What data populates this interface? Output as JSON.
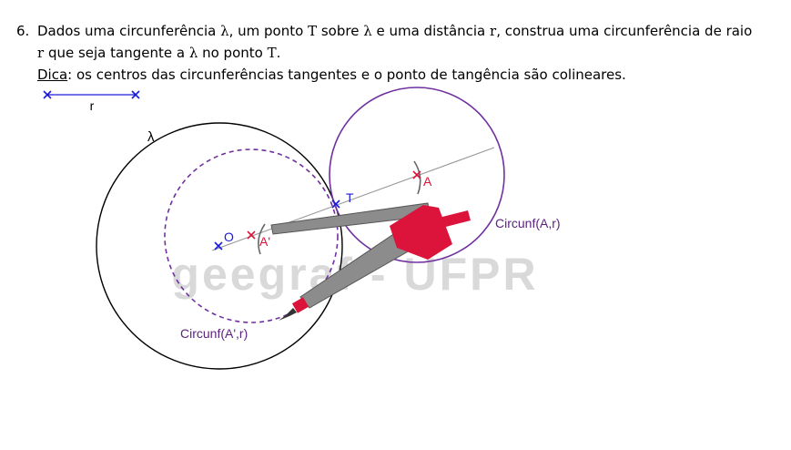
{
  "problem": {
    "number": "6.",
    "line1": {
      "t1": "Dados uma circunferência ",
      "lambda": "λ",
      "t2": ", um ponto ",
      "T": "T",
      "t3": " sobre ",
      "lambda2": "λ",
      "t4": " e uma distância ",
      "r": "r",
      "t5": ", construa uma circunferência de raio"
    },
    "line2": {
      "r": "r",
      "t1": " que seja tangente a ",
      "lambda": "λ",
      "t2": " no ponto ",
      "T": "T",
      "t3": "."
    },
    "line3": {
      "dica": "Dica",
      "text": ": os centros das circunferências tangentes e o ponto de tangência são colineares."
    }
  },
  "figure": {
    "segment_label": "r",
    "lambda_label": "λ",
    "point_O": "O",
    "point_T": "T",
    "point_A": "A",
    "point_A_prime": "A'",
    "circle_A_label": "Circunf(A,r)",
    "circle_A_prime_label": "Circunf(A',r)",
    "watermark": "geegraf - UFPR"
  },
  "colors": {
    "point_blue": "#1a1adb",
    "point_red": "#dc143c",
    "circle_purple": "#7030a0",
    "label_purple": "#5b2380",
    "compass_gray": "#8c8c8c",
    "compass_red": "#dc143c",
    "watermark": "#d9d9d9"
  }
}
